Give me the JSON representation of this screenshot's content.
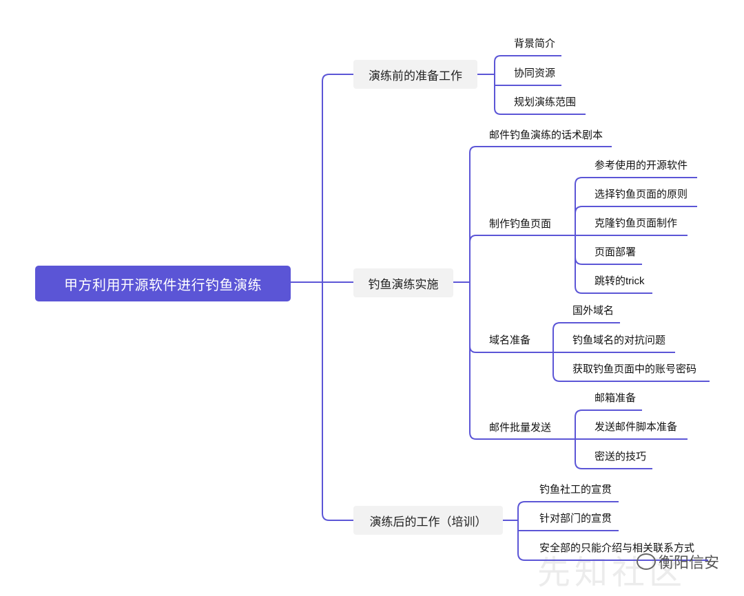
{
  "root": {
    "label": "甲方利用开源软件进行钓鱼演练"
  },
  "branches": [
    {
      "label": "演练前的准备工作",
      "children": [
        "背景简介",
        "协同资源",
        "规划演练范围"
      ]
    },
    {
      "label": "钓鱼演练实施",
      "children": [
        {
          "label": "邮件钓鱼演练的话术剧本",
          "children": []
        },
        {
          "label": "制作钓鱼页面",
          "children": [
            "参考使用的开源软件",
            "选择钓鱼页面的原则",
            "克隆钓鱼页面制作",
            "页面部署",
            "跳转的trick"
          ]
        },
        {
          "label": "域名准备",
          "children": [
            "国外域名",
            "钓鱼域名的对抗问题",
            "获取钓鱼页面中的账号密码"
          ]
        },
        {
          "label": "邮件批量发送",
          "children": [
            "邮箱准备",
            "发送邮件脚本准备",
            "密送的技巧"
          ]
        }
      ]
    },
    {
      "label": "演练后的工作（培训）",
      "children": [
        "钓鱼社工的宣贯",
        "针对部门的宣贯",
        "安全部的只能介绍与相关联系方式"
      ]
    }
  ],
  "watermark": {
    "label": "衡阳信安",
    "faint_text": "先知社区"
  },
  "colors": {
    "accent": "#5b55d6",
    "node_bg": "#f2f2f2"
  }
}
